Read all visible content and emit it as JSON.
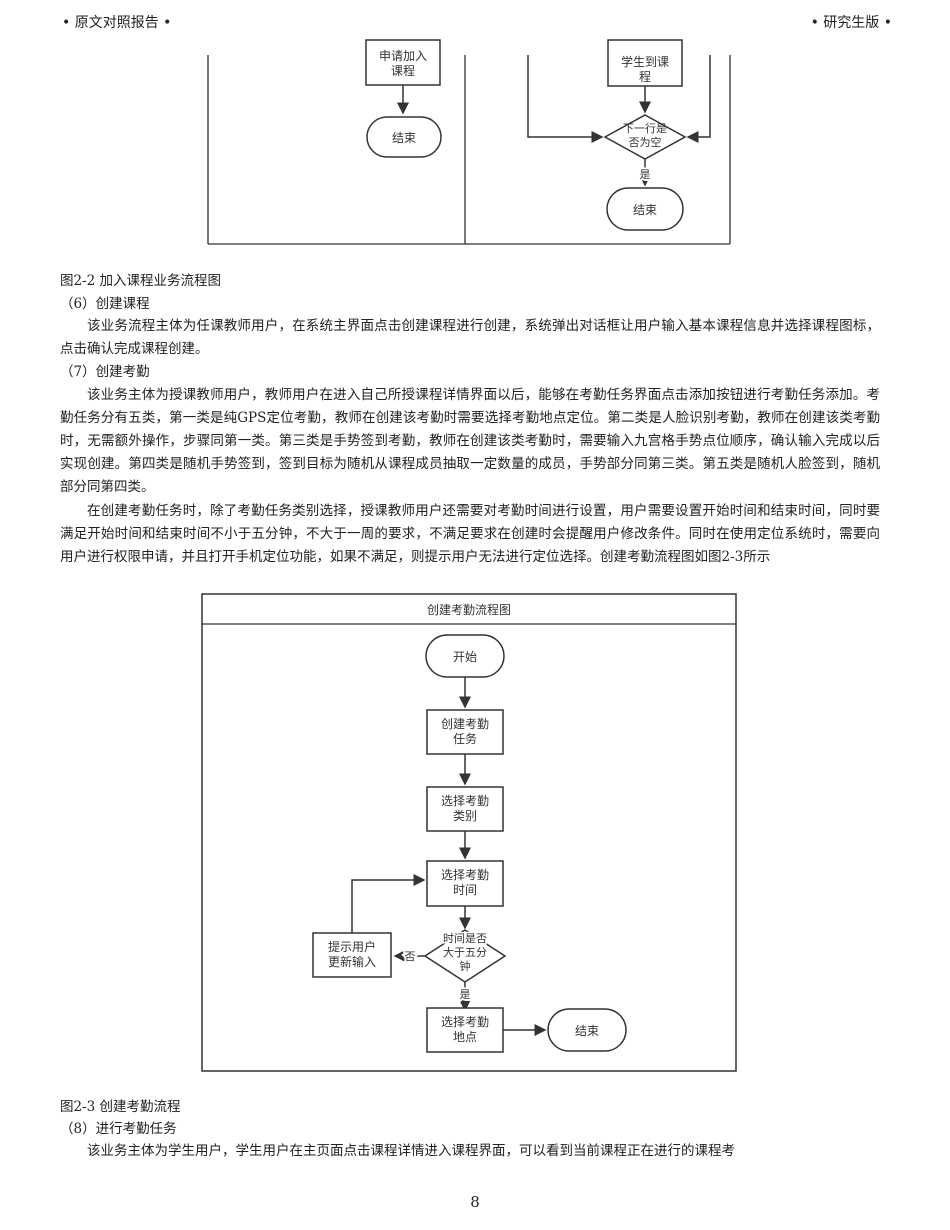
{
  "header": {
    "left": "• 原文对照报告 •",
    "right": "• 研究生版 •"
  },
  "figure1": {
    "left_box": "申请加入\n课程",
    "left_end": "结束",
    "right_box": "学生到课\n程",
    "diamond": "下一行是\n否为空",
    "yes": "是",
    "right_end": "结束"
  },
  "caption1": "图2-2 加入课程业务流程图",
  "section6": {
    "title": "（6）创建课程",
    "body": "该业务流程主体为任课教师用户，在系统主界面点击创建课程进行创建，系统弹出对话框让用户输入基本课程信息并选择课程图标，点击确认完成课程创建。"
  },
  "section7": {
    "title": "（7）创建考勤",
    "body1": "该业务主体为授课教师用户，教师用户在进入自己所授课程详情界面以后，能够在考勤任务界面点击添加按钮进行考勤任务添加。考勤任务分有五类，第一类是纯GPS定位考勤，教师在创建该考勤时需要选择考勤地点定位。第二类是人脸识别考勤，教师在创建该类考勤时，无需额外操作，步骤同第一类。第三类是手势签到考勤，教师在创建该类考勤时，需要输入九宫格手势点位顺序，确认输入完成以后实现创建。第四类是随机手势签到，签到目标为随机从课程成员抽取一定数量的成员，手势部分同第三类。第五类是随机人脸签到，随机部分同第四类。",
    "body2": "在创建考勤任务时，除了考勤任务类别选择，授课教师用户还需要对考勤时间进行设置，用户需要设置开始时间和结束时间，同时要满足开始时间和结束时间不小于五分钟，不大于一周的要求，不满足要求在创建时会提醒用户修改条件。同时在使用定位系统时，需要向用户进行权限申请，并且打开手机定位功能，如果不满足，则提示用户无法进行定位选择。创建考勤流程图如图2-3所示"
  },
  "figure2": {
    "title": "创建考勤流程图",
    "start": "开始",
    "step1": "创建考勤\n任务",
    "step2": "选择考勤\n类别",
    "step3": "选择考勤\n时间",
    "decision": "时间是否\n大于五分\n钟",
    "no_label": "否",
    "yes_label": "是",
    "prompt": "提示用户\n更新输入",
    "step4": "选择考勤\n地点",
    "end": "结束"
  },
  "caption2": "图2-3 创建考勤流程",
  "section8": {
    "title": "（8）进行考勤任务",
    "body": "该业务主体为学生用户，学生用户在主页面点击课程详情进入课程界面，可以看到当前课程正在进行的课程考"
  },
  "page_number": "8"
}
